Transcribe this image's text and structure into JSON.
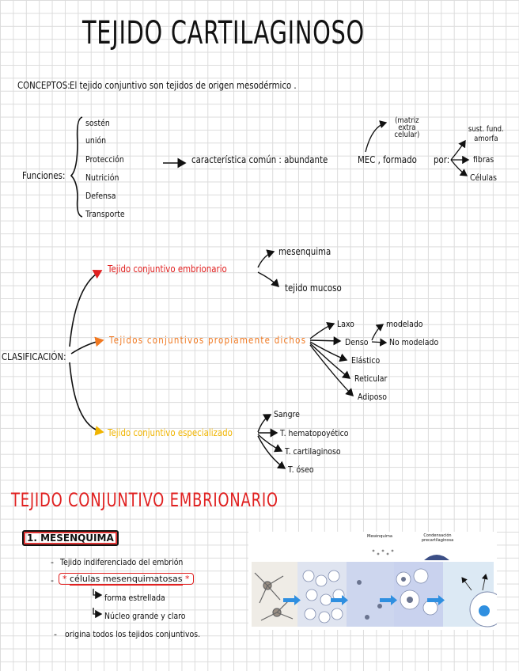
{
  "title": "TEJIDO CARTILAGINOSO",
  "conceptos": {
    "label": "CONCEPTOS:",
    "text": "El tejido conjuntivo son tejidos de origen mesodérmico ."
  },
  "funciones": {
    "label": "Funciones:",
    "items": [
      "sostén",
      "unión",
      "Protección",
      "Nutrición",
      "Defensa",
      "Transporte"
    ],
    "caracteristica": "característica común : abundante",
    "mec": "MEC , formado",
    "por": "por:",
    "mec_note": "(matriz extra celular)",
    "componentes": [
      "sust. fund. amorfa",
      "fibras",
      "Células"
    ]
  },
  "clasificacion": {
    "label": "CLASIFICACIÓN:",
    "embrionario": {
      "label": "Tejido conjuntivo embrionario",
      "color": "#e02020",
      "items": [
        "mesenquima",
        "tejido mucoso"
      ]
    },
    "propiamente": {
      "label": "Tejidos conjuntivos propiamente dichos",
      "color": "#f07820",
      "items": [
        "Laxo",
        "Denso",
        "Elástico",
        "Reticular",
        "Adiposo"
      ],
      "denso_items": [
        "modelado",
        "No modelado"
      ]
    },
    "especializado": {
      "label": "Tejido conjuntivo especializado",
      "color": "#f0b400",
      "items": [
        "Sangre",
        "T. hematopoyético",
        "T. cartilaginoso",
        "T. óseo"
      ]
    }
  },
  "section2": {
    "heading": "TEJIDO CONJUNTIVO EMBRIONARIO",
    "heading_color": "#e02020",
    "box_label": "1. MESENQUIMA",
    "bullets": {
      "b1": "Tejido indiferenciado del embrión",
      "b2": "células mesenquimatosas",
      "b2a": "forma estrellada",
      "b2b": "Núcleo grande y claro",
      "b3": "origina todos los tejidos conjuntivos."
    },
    "figure_labels": [
      "Mesénquima",
      "Condensación precartilaginosa"
    ]
  }
}
